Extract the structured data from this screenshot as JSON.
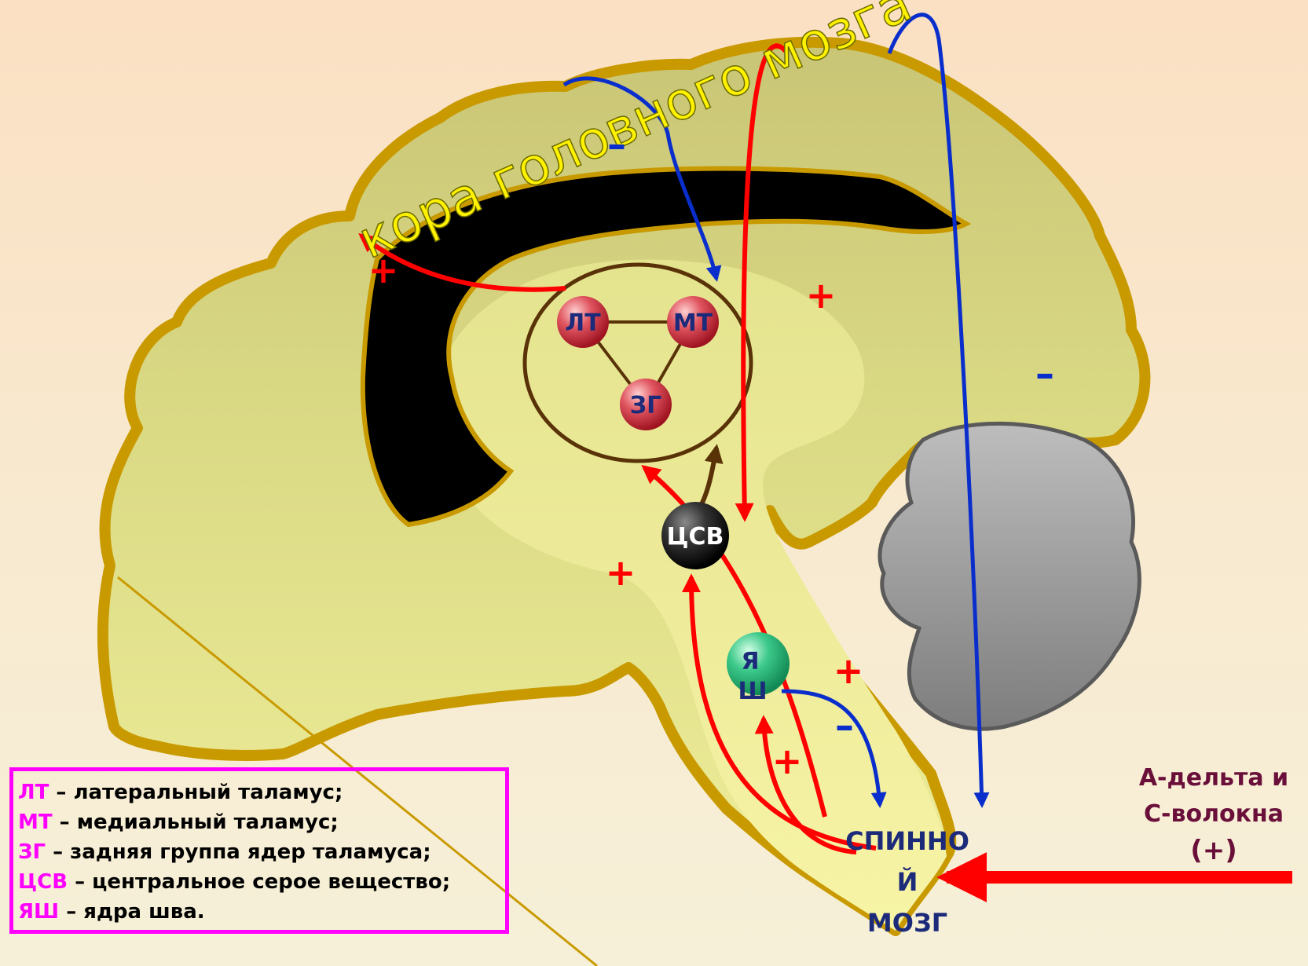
{
  "cortex_label": "кора головного мозга",
  "nodes": {
    "lt": "ЛТ",
    "mt": "МТ",
    "zg": "ЗГ",
    "csv": "ЦСВ",
    "yash_line1": "Я",
    "yash_line2": "Ш"
  },
  "signs": {
    "plus": "+",
    "minus": "–"
  },
  "spinal_cord": [
    "СПИННО",
    "Й",
    "МОЗГ"
  ],
  "fibers": {
    "line1": "А-дельта и",
    "line2": "С-волокна",
    "sign": "(+)"
  },
  "legend": [
    {
      "abbr": "ЛТ",
      "text": " – латеральный таламус;"
    },
    {
      "abbr": "МТ",
      "text": " – медиальный таламус;"
    },
    {
      "abbr": "ЗГ",
      "text": " – задняя группа ядер таламуса;"
    },
    {
      "abbr": "ЦСВ",
      "text": " – центральное серое вещество;"
    },
    {
      "abbr": "ЯШ",
      "text": " – ядра шва."
    }
  ],
  "colors": {
    "excitatory": "#ff0000",
    "inhibitory": "#0a2ecc",
    "brain_fill": "#d8d780",
    "brain_outline": "#c99a00",
    "legend_accent": "#ff00ff",
    "fiber_text": "#6a0f3a"
  }
}
